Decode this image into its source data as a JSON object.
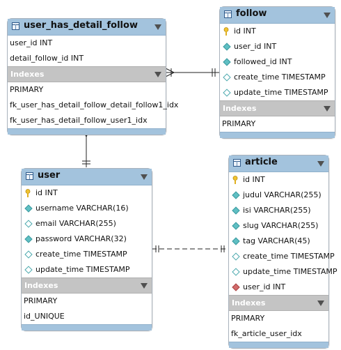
{
  "indexes_label": "Indexes",
  "tables": [
    {
      "id": "user_has_detail_follow",
      "name": "user_has_detail_follow",
      "columns": [
        {
          "label": "user_id INT",
          "icon": "none"
        },
        {
          "label": "detail_follow_id INT",
          "icon": "none"
        }
      ],
      "indexes": [
        "PRIMARY",
        "fk_user_has_detail_follow_detail_follow1_idx",
        "fk_user_has_detail_follow_user1_idx"
      ]
    },
    {
      "id": "follow",
      "name": "follow",
      "columns": [
        {
          "label": "id INT",
          "icon": "key"
        },
        {
          "label": "user_id INT",
          "icon": "diamond-filled"
        },
        {
          "label": "followed_id INT",
          "icon": "diamond-filled"
        },
        {
          "label": "create_time TIMESTAMP",
          "icon": "diamond-open"
        },
        {
          "label": "update_time TIMESTAMP",
          "icon": "diamond-open"
        }
      ],
      "indexes": [
        "PRIMARY"
      ]
    },
    {
      "id": "user",
      "name": "user",
      "columns": [
        {
          "label": "id INT",
          "icon": "key"
        },
        {
          "label": "username VARCHAR(16)",
          "icon": "diamond-filled"
        },
        {
          "label": "email VARCHAR(255)",
          "icon": "diamond-open"
        },
        {
          "label": "password VARCHAR(32)",
          "icon": "diamond-filled"
        },
        {
          "label": "create_time TIMESTAMP",
          "icon": "diamond-open"
        },
        {
          "label": "update_time TIMESTAMP",
          "icon": "diamond-open"
        }
      ],
      "indexes": [
        "PRIMARY",
        "id_UNIQUE"
      ]
    },
    {
      "id": "article",
      "name": "article",
      "columns": [
        {
          "label": "id INT",
          "icon": "key"
        },
        {
          "label": "judul VARCHAR(255)",
          "icon": "diamond-filled"
        },
        {
          "label": "isi VARCHAR(255)",
          "icon": "diamond-filled"
        },
        {
          "label": "slug VARCHAR(255)",
          "icon": "diamond-filled"
        },
        {
          "label": "tag VARCHAR(45)",
          "icon": "diamond-filled"
        },
        {
          "label": "create_time TIMESTAMP",
          "icon": "diamond-open"
        },
        {
          "label": "update_time TIMESTAMP",
          "icon": "diamond-open"
        },
        {
          "label": "user_id INT",
          "icon": "diamond-red"
        }
      ],
      "indexes": [
        "PRIMARY",
        "fk_article_user_idx"
      ]
    }
  ],
  "relationships": [
    {
      "from": "user_has_detail_follow",
      "to": "follow",
      "identifying": true
    },
    {
      "from": "user_has_detail_follow",
      "to": "user",
      "identifying": true
    },
    {
      "from": "user",
      "to": "article",
      "identifying": false
    }
  ]
}
